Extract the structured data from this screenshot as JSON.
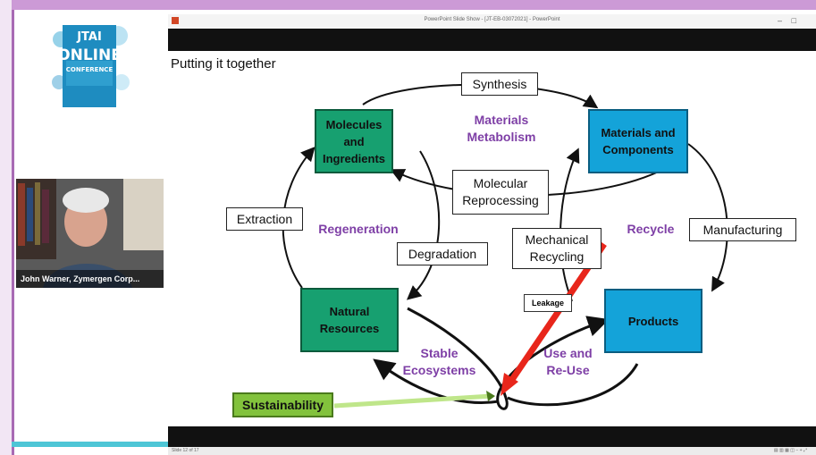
{
  "conference_logo": {
    "line1": "JTAI",
    "line2": "ONLINE",
    "line3": "CONFERENCE",
    "colors": {
      "main": "#1f9fcf",
      "accent": "#7ec5e8"
    }
  },
  "video": {
    "participant_name": "John Warner, Zymergen Corp..."
  },
  "ppt_window": {
    "title": "PowerPoint Slide Show - [JT-EB-03072021] - PowerPoint"
  },
  "slide": {
    "title": "Putting it together",
    "boxes": {
      "molecules": "Molecules and Ingredients",
      "materials": "Materials and Components",
      "natural": "Natural Resources",
      "products": "Products"
    },
    "labels": {
      "synthesis": "Synthesis",
      "molecular": "Molecular Reprocessing",
      "extraction": "Extraction",
      "degradation": "Degradation",
      "mechanical": "Mechanical Recycling",
      "manufacturing": "Manufacturing",
      "leakage": "Leakage",
      "sustainability": "Sustainability"
    },
    "concepts": {
      "materials_metabolism": "Materials Metabolism",
      "regeneration": "Regeneration",
      "recycle": "Recycle",
      "stable_ecosystems": "Stable Ecosystems",
      "use_reuse": "Use and Re-Use"
    },
    "colors": {
      "green_box": "#17a070",
      "blue_box": "#14a3d9",
      "purple_text": "#7e3fa6",
      "sustainability_box": "#82c23c",
      "leakage_arrow": "#e8261b"
    }
  },
  "statusbar": {
    "left": "Slide 12 of 17",
    "right": "▤  ▥  ▦  ◫  −  +  ⤢"
  }
}
